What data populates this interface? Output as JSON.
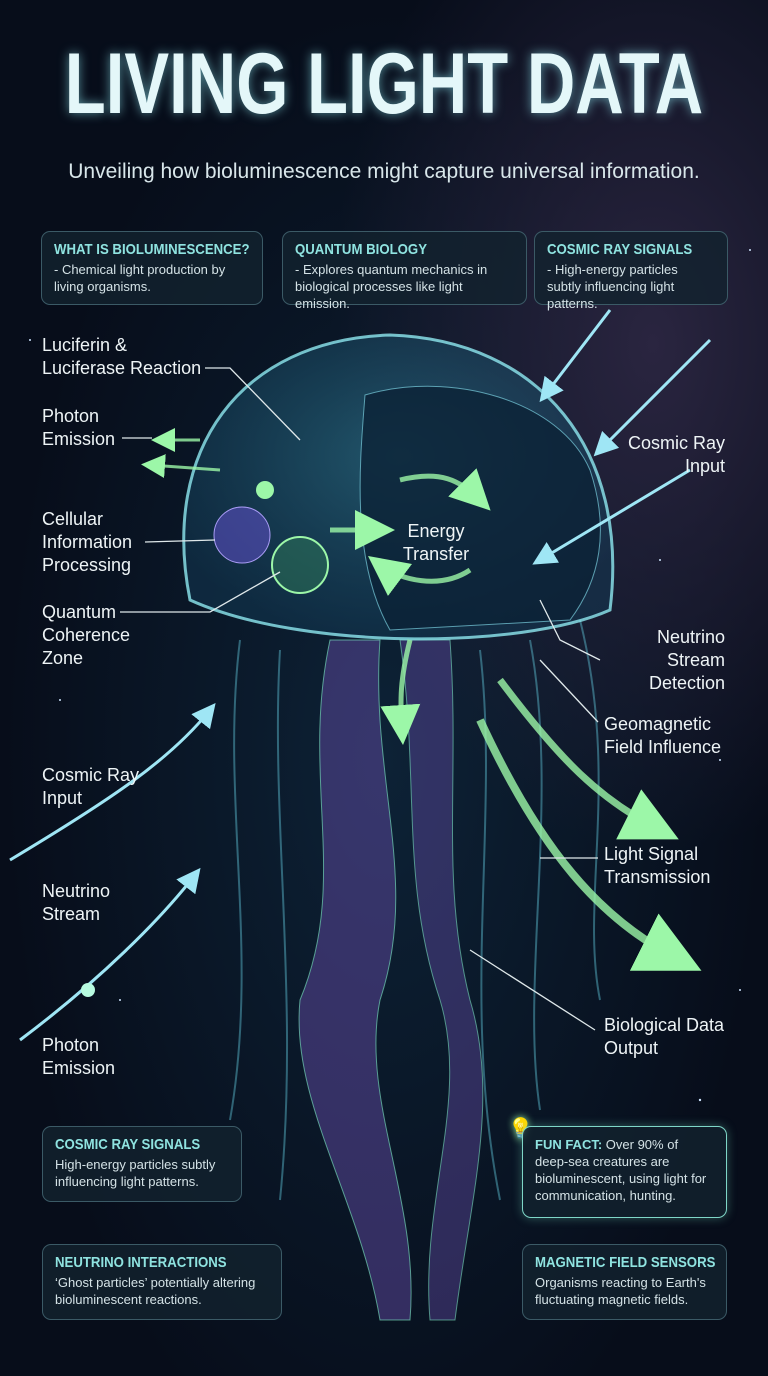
{
  "title": "LIVING LIGHT DATA",
  "subtitle": "Unveiling how bioluminescence might capture universal information.",
  "top_boxes": [
    {
      "heading": "WHAT IS BIOLUMINESCENCE?",
      "text": "- Chemical light production by living organisms."
    },
    {
      "heading": "QUANTUM BIOLOGY",
      "text": "- Explores quantum mechanics in biological processes like light emission."
    },
    {
      "heading": "COSMIC RAY SIGNALS",
      "text": "- High-energy particles subtly influencing light patterns."
    }
  ],
  "labels": {
    "luciferin": "Luciferin & Luciferase Reaction",
    "photon_top": "Photon Emission",
    "cellular": "Cellular Information Processing",
    "quantum": "Quantum Coherence Zone",
    "cosmic_left": "Cosmic Ray Input",
    "neutrino_left": "Neutrino Stream",
    "photon_bottom": "Photon Emission",
    "energy": "Energy Transfer",
    "cosmic_right": "Cosmic Ray Input",
    "neutrino_right": "Neutrino Stream Detection",
    "geomagnetic": "Geomagnetic Field Influence",
    "light_signal": "Light Signal Transmission",
    "bio_output": "Biological Data Output"
  },
  "bottom_boxes": {
    "cosmic": {
      "heading": "COSMIC RAY SIGNALS",
      "text": "High-energy particles subtly influencing light patterns."
    },
    "fun_fact": {
      "heading": "FUN FACT:",
      "text": "Over 90% of deep-sea creatures are bioluminescent, using light for communication, hunting.",
      "icon": "lightbulb-icon"
    },
    "neutrino": {
      "heading": "NEUTRINO INTERACTIONS",
      "text": "‘Ghost particles’ potentially altering bioluminescent reactions."
    },
    "magnetic": {
      "heading": "MAGNETIC FIELD SENSORS",
      "text": "Organisms reacting to Earth's fluctuating magnetic fields."
    }
  },
  "colors": {
    "accent": "#8fe3e0",
    "glow_green": "#8cf5a0",
    "arrow_blue": "#9fe6f5",
    "background": "#070d1a"
  }
}
